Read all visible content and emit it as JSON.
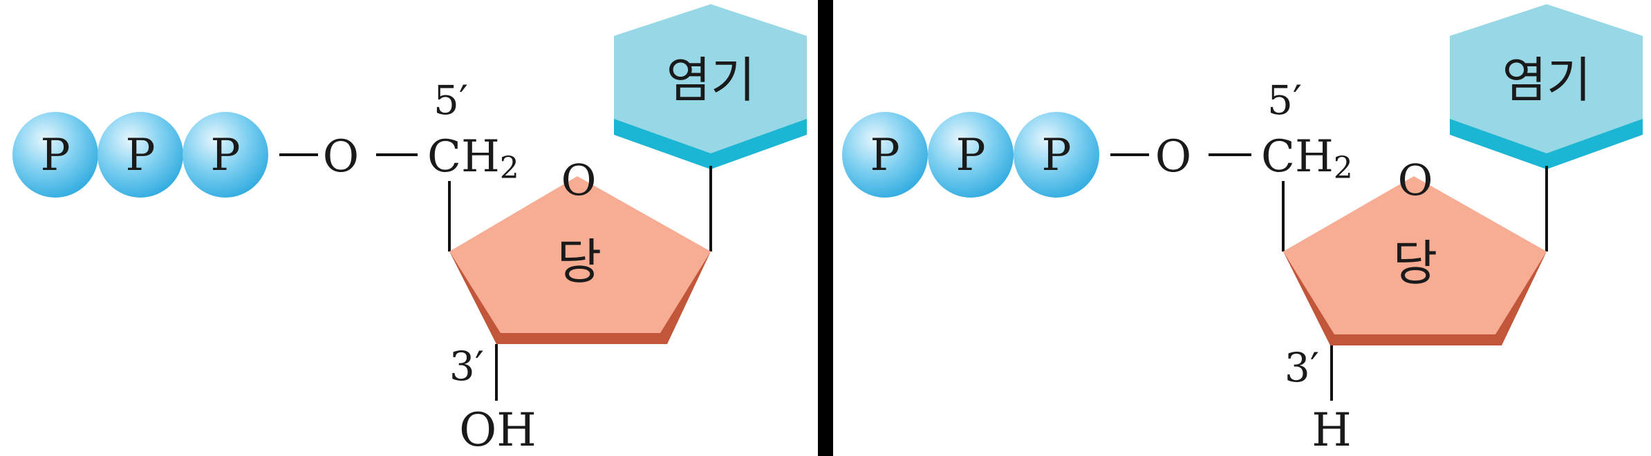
{
  "panels": [
    {
      "id": "left",
      "phosphates": [
        "P",
        "P",
        "P"
      ],
      "bridge_oxygen": "O",
      "carbon5_label": "5′",
      "ch2_main": "CH",
      "ch2_sub": "2",
      "ring_oxygen": "O",
      "sugar_label": "당",
      "base_label": "염기",
      "carbon3_label": "3′",
      "carbon3_group": "OH"
    },
    {
      "id": "right",
      "phosphates": [
        "P",
        "P",
        "P"
      ],
      "bridge_oxygen": "O",
      "carbon5_label": "5′",
      "ch2_main": "CH",
      "ch2_sub": "2",
      "ring_oxygen": "O",
      "sugar_label": "당",
      "base_label": "염기",
      "carbon3_label": "3′",
      "carbon3_group": "H"
    }
  ],
  "colors": {
    "phosphate_light": "#e6f6fd",
    "phosphate_mid": "#7fd0f1",
    "phosphate_dark": "#2aa8de",
    "sugar_face": "#f6ad93",
    "sugar_edge": "#c2563a",
    "base_face": "#98d8e6",
    "base_edge": "#1ab6d3",
    "divider": "#000000"
  }
}
